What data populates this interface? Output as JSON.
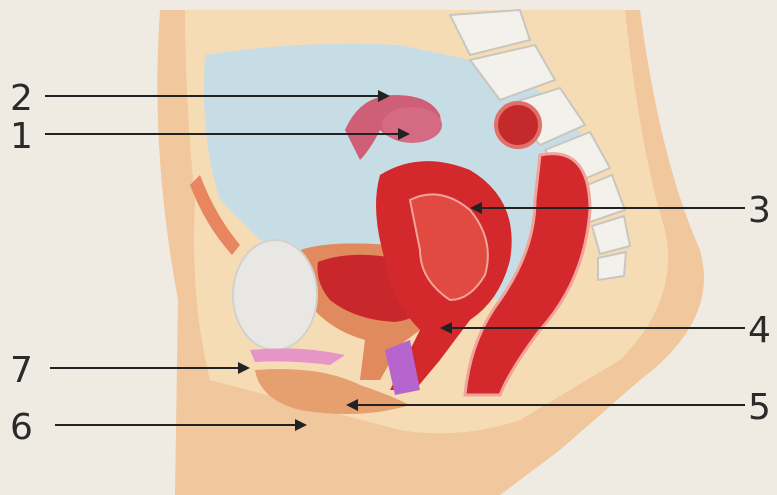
{
  "diagram": {
    "labels": {
      "l1": "1",
      "l2": "2",
      "l3": "3",
      "l4": "4",
      "l5": "5",
      "l6": "6",
      "l7": "7"
    }
  },
  "colors": {
    "background": "#efebe3",
    "skin": "#f1c79d",
    "skin_dark": "#e8b585",
    "fat": "#f6dcb5",
    "cavity": "#c7dde6",
    "bone": "#f3f1ec",
    "bone_outline": "#c9c6bf",
    "organ_red": "#d3292c",
    "organ_dark": "#a81f22",
    "organ_light": "#f07f7a",
    "bladder": "#e08a5d",
    "ovary": "#cf5f77",
    "pink": "#e795c7",
    "purple": "#b665cf",
    "pointer": "#222222"
  },
  "icons": {
    "uterus": "uterus-illustration",
    "ovary": "ovary-illustration",
    "bladder": "bladder-illustration",
    "rectum": "rectum-illustration",
    "spine": "spine-illustration"
  }
}
